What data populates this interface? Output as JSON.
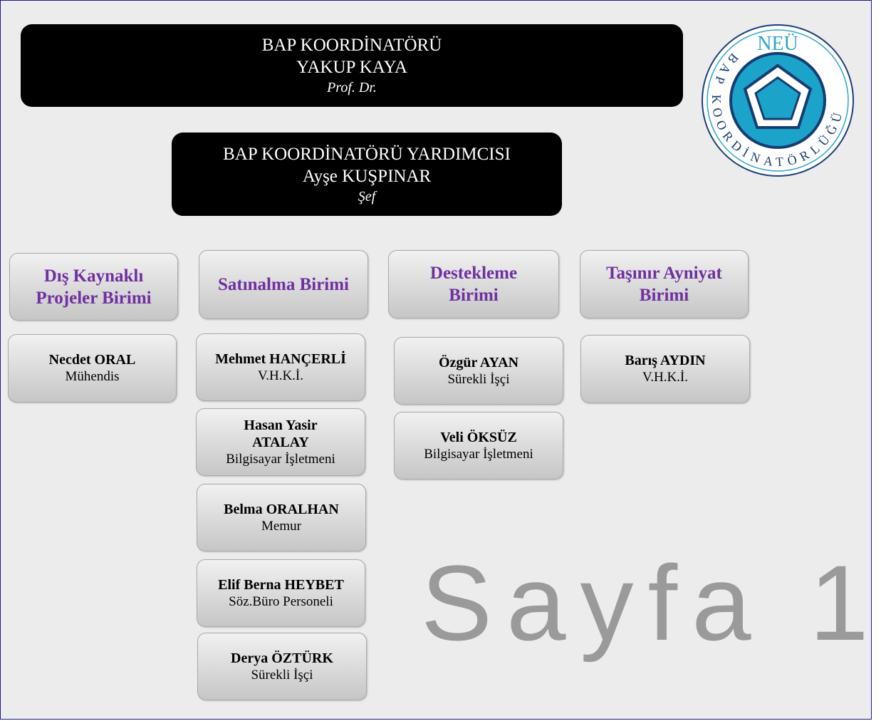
{
  "watermark": "Sayfa 1",
  "logo": {
    "top_text": "NEÜ",
    "ring_text": "BAP KOORDİNATÖRLÜĞÜ"
  },
  "coordinator": {
    "title": "BAP KOORDİNATÖRÜ",
    "name": "YAKUP KAYA",
    "rank": "Prof. Dr."
  },
  "assistant": {
    "title": "BAP KOORDİNATÖRÜ YARDIMCISI",
    "name": "Ayşe KUŞPINAR",
    "rank": "Şef"
  },
  "units": [
    {
      "name": "Dış Kaynaklı Projeler Birimi",
      "staff": [
        {
          "name": "Necdet ORAL",
          "role": "Mühendis"
        }
      ]
    },
    {
      "name": "Satınalma Birimi",
      "staff": [
        {
          "name": "Mehmet HANÇERLİ",
          "role": "V.H.K.İ."
        },
        {
          "name": "Hasan Yasir ATALAY",
          "role": "Bilgisayar İşletmeni"
        },
        {
          "name": "Belma ORALHAN",
          "role": "Memur"
        },
        {
          "name": "Elif Berna HEYBET",
          "role": "Söz.Büro Personeli"
        },
        {
          "name": "Derya ÖZTÜRK",
          "role": "Sürekli İşçi"
        }
      ]
    },
    {
      "name": "Destekleme Birimi",
      "staff": [
        {
          "name": "Özgür AYAN",
          "role": "Sürekli İşçi"
        },
        {
          "name": "Veli ÖKSÜZ",
          "role": "Bilgisayar İşletmeni"
        }
      ]
    },
    {
      "name": "Taşınır Ayniyat Birimi",
      "staff": [
        {
          "name": "Barış AYDIN",
          "role": "V.H.K.İ."
        }
      ]
    }
  ]
}
